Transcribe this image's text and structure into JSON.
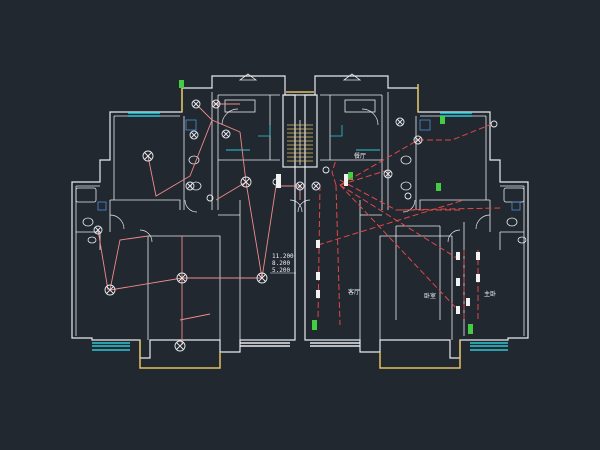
{
  "labels": {
    "dim_1": "11.200",
    "dim_2": "8.200",
    "dim_3": "5.200",
    "room_dining": "餐厅",
    "room_living": "客厅",
    "room_bedroom": "卧室",
    "room_master": "主卧"
  },
  "colors": {
    "background": "#212830",
    "wall": "#e8eaee",
    "window_cyan": "#2ec8d6",
    "balcony_yellow": "#e0c060",
    "wire_pink": "#f08a8a",
    "wire_red_dash": "#e04848",
    "fixture_green": "#44cc44",
    "fixture_blue": "#4a8cd8",
    "text": "#f2f2f2"
  }
}
